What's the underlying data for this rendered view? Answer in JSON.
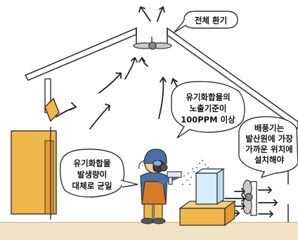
{
  "bubbles": {
    "ventilation": "전체 환기",
    "voc_line1": "유기화합물의",
    "voc_line2": "노출기준이",
    "voc_line3": "100PPM 이상",
    "fan_line1": "배풍기는",
    "fan_line2": "발산원에 가장",
    "fan_line3": "가까운 위치에",
    "fan_line4": "설치해야",
    "even_line1": "유기화합물",
    "even_line2": "발생량이",
    "even_line3": "대체로 균일"
  }
}
